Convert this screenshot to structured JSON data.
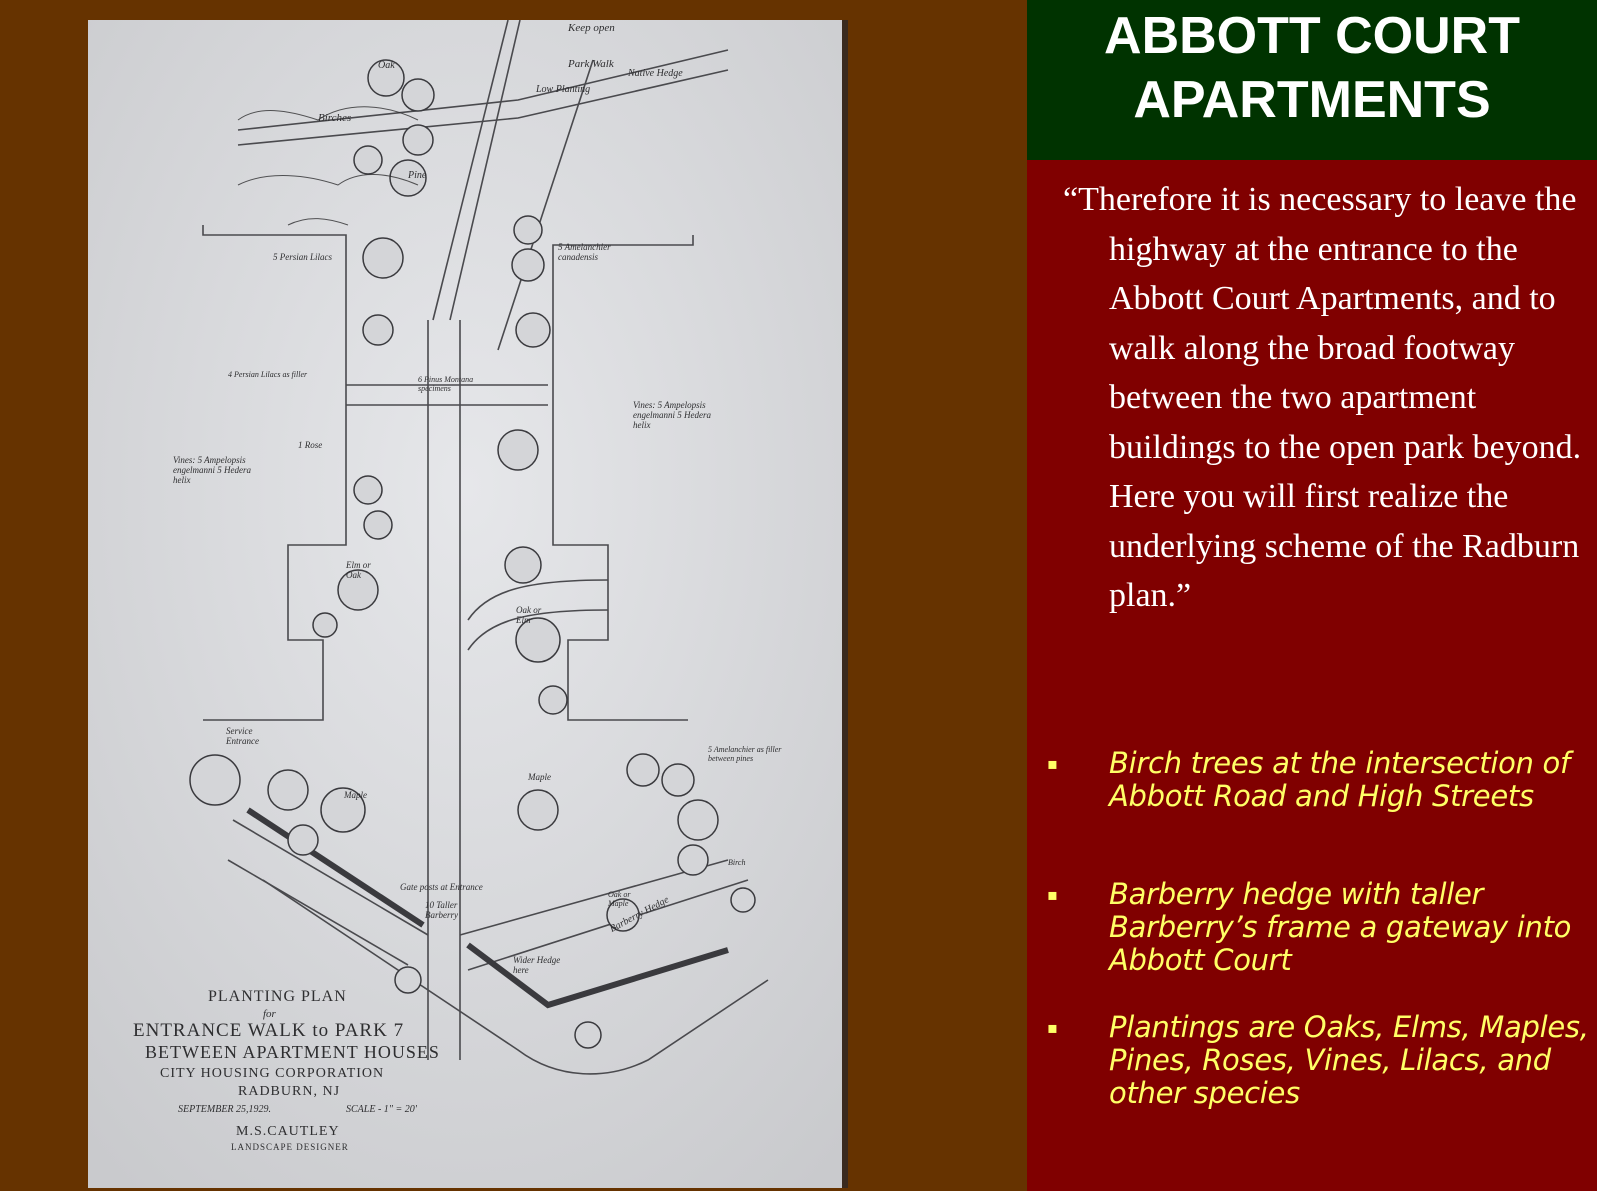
{
  "title": {
    "line1": "ABBOTT  COURT",
    "line2": "APARTMENTS"
  },
  "quote": "“Therefore it is necessary to leave the highway at the entrance to the Abbott Court Apartments, and to walk along the broad footway between the two apartment buildings to the open park beyond.  Here you will first realize the underlying scheme of the Radburn plan.”",
  "bullets": [
    "Birch trees at the intersection of Abbott Road and High Streets",
    "Barberry hedge with taller Barberry’s frame a gateway into Abbott Court",
    "Plantings are Oaks, Elms, Maples, Pines, Roses, Vines, Lilacs, and other species"
  ],
  "bullet_marker": "▪",
  "plan": {
    "title_block": {
      "line1": "PLANTING PLAN",
      "line2": "for",
      "line3": "ENTRANCE WALK to PARK 7",
      "line4": "BETWEEN APARTMENT HOUSES",
      "line5": "CITY HOUSING CORPORATION",
      "line6": "RADBURN, NJ",
      "date": "SEPTEMBER 25,1929.",
      "scale": "SCALE - 1\" = 20'",
      "designer": "M.S.CAUTLEY",
      "designer_title": "LANDSCAPE DESIGNER"
    },
    "annotations": {
      "keep_open": "Keep open",
      "park_walk": "Park Walk",
      "low_planting": "Low Planting",
      "native_hedge": "Native Hedge",
      "oak": "Oak",
      "birches": "Birches",
      "pine": "Pine",
      "lilacs": "5 Persian Lilacs",
      "amelanchier": "5 Amelanchier canadensis",
      "vines_right": "Vines: 5 Ampelopsis engelmanni 5 Hedera helix",
      "vines_left": "Vines: 5 Ampelopsis engelmanni 5 Hedera helix",
      "pinus": "6 Pinus Montana specimens",
      "persian_lilacs_filler": "4 Persian Lilacs as filler",
      "rose": "1 Rose",
      "elm_or_oak": "Elm or Oak",
      "oak_or_elm": "Oak or Elm",
      "maple": "Maple",
      "service_entrance": "Service Entrance",
      "gate_posts": "Gate posts at Entrance",
      "taller_barberry": "10 Taller Barberry",
      "barberry_hedge": "Barberry Hedge",
      "wider_hedge": "Wider Hedge here",
      "birch": "Birch",
      "amelanchier_filler": "5 Amelanchier as filler between pines",
      "oak_or_maple": "Oak or Maple"
    }
  }
}
